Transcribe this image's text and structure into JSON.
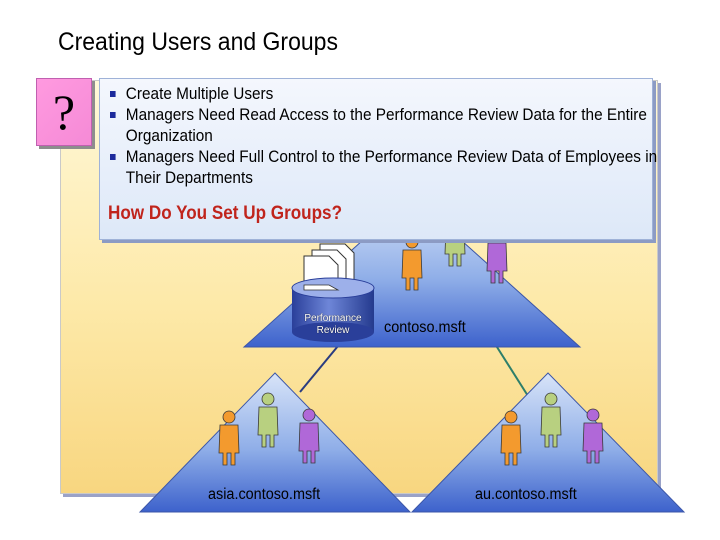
{
  "slide": {
    "title": "Creating Users and Groups"
  },
  "question_icon": {
    "glyph": "?",
    "color": "#f58ad6"
  },
  "info": {
    "bullets": [
      "Create Multiple Users",
      "Managers Need Read Access to the Performance Review Data for the Entire Organization",
      "Managers Need Full Control to the Performance Review Data of Employees in Their Departments"
    ],
    "question": "How Do You Set Up Groups?",
    "question_color": "#c0241c"
  },
  "diagram": {
    "top_domain": "contoso.msft",
    "left_domain": "asia.contoso.msft",
    "right_domain": "au.contoso.msft",
    "database_label_line1": "Performance",
    "database_label_line2": "Review",
    "user_colors": [
      "#f39a2e",
      "#b8d080",
      "#b068d8"
    ]
  }
}
